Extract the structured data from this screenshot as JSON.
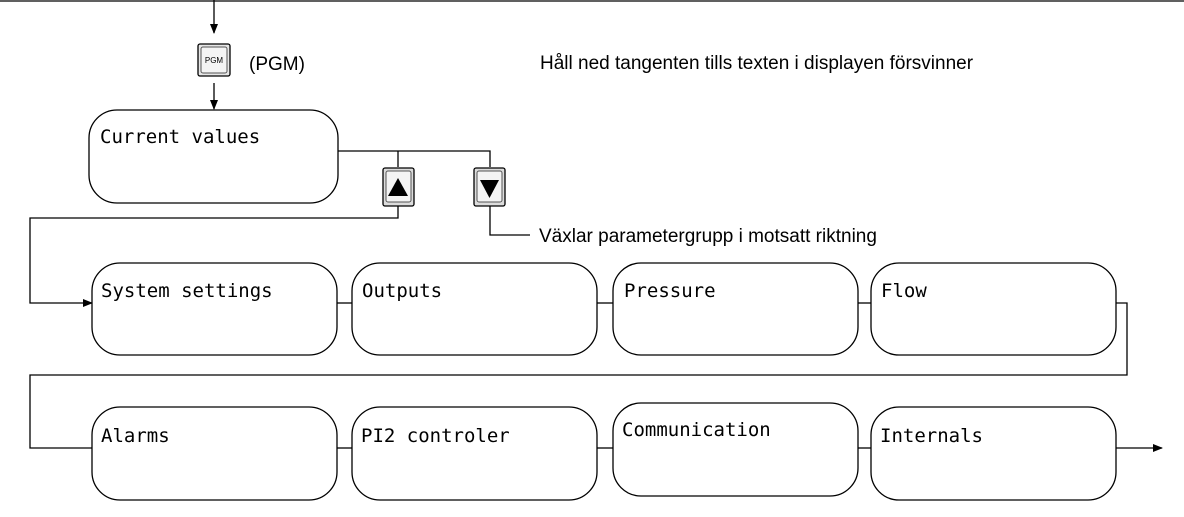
{
  "title_key": {
    "key_label": "PGM",
    "caption": "(PGM)"
  },
  "hint_hold": "Håll ned tangenten tills texten i displayen försvinner",
  "hint_arrows": "Växlar parametergrupp i motsatt riktning",
  "current_box": "Current values",
  "row1": [
    "System settings",
    "Outputs",
    "Pressure",
    "Flow"
  ],
  "row2": [
    "Alarms",
    "PI2 controler",
    "Communication",
    "Internals"
  ],
  "keys": {
    "up": "up-arrow-key",
    "down": "down-arrow-key"
  }
}
